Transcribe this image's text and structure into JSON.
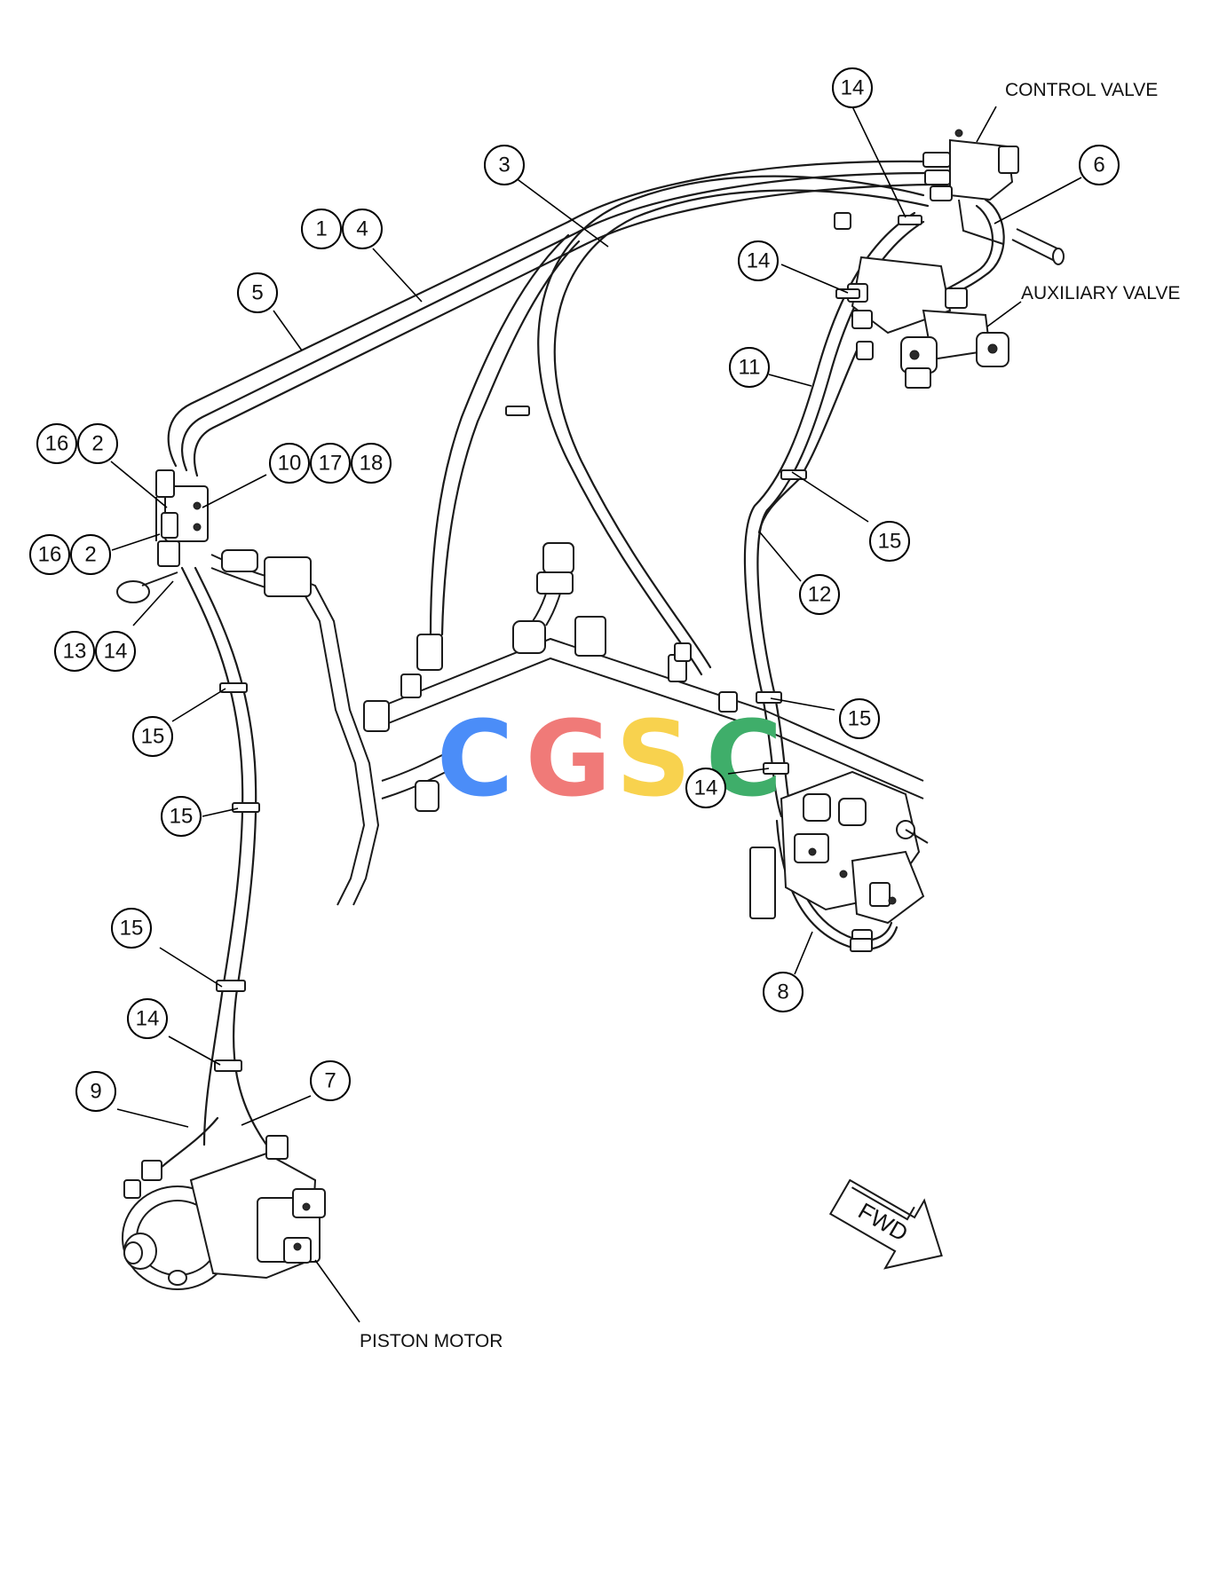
{
  "callouts": [
    {
      "label": "14"
    },
    {
      "label": "3"
    },
    {
      "label": "1"
    },
    {
      "label": "4"
    },
    {
      "label": "5"
    },
    {
      "label": "6"
    },
    {
      "label": "14"
    },
    {
      "label": "16"
    },
    {
      "label": "2"
    },
    {
      "label": "10"
    },
    {
      "label": "17"
    },
    {
      "label": "18"
    },
    {
      "label": "11"
    },
    {
      "label": "16"
    },
    {
      "label": "2"
    },
    {
      "label": "15"
    },
    {
      "label": "12"
    },
    {
      "label": "13"
    },
    {
      "label": "14"
    },
    {
      "label": "15"
    },
    {
      "label": "15"
    },
    {
      "label": "14"
    },
    {
      "label": "15"
    },
    {
      "label": "15"
    },
    {
      "label": "8"
    },
    {
      "label": "14"
    },
    {
      "label": "7"
    },
    {
      "label": "9"
    }
  ],
  "components": {
    "control_valve": "CONTROL VALVE",
    "auxiliary_valve": "AUXILIARY VALVE",
    "piston_motor": "PISTON MOTOR"
  },
  "direction_arrow": {
    "label": "FWD"
  },
  "watermark": {
    "letters": [
      "C",
      "G",
      "S",
      "C"
    ],
    "colors": [
      "#4b8df8",
      "#f07a78",
      "#f8d24e",
      "#3fae6a"
    ]
  }
}
